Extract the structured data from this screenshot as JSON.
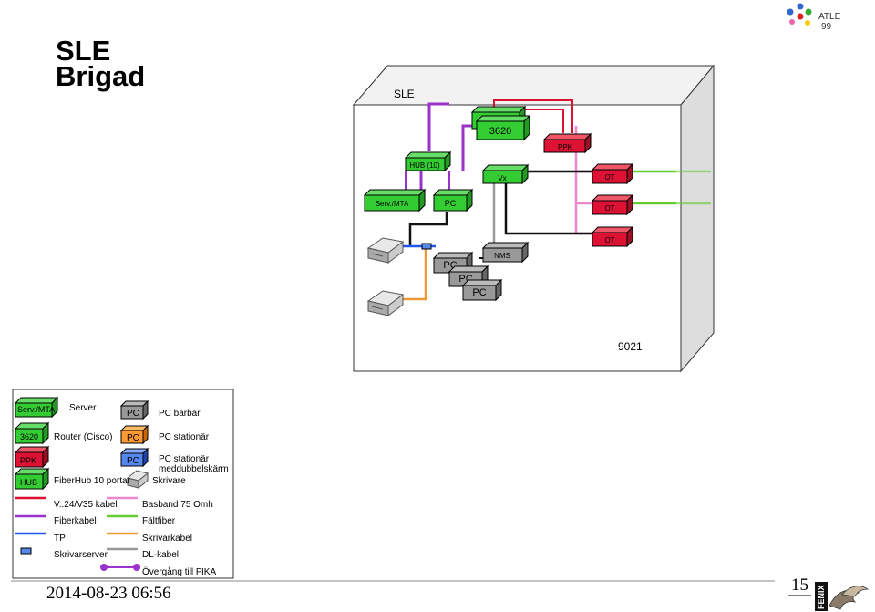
{
  "slide": {
    "title_line1": "SLE",
    "title_line2": "Brigad",
    "atle_label": "ATLE",
    "atle_year": "99",
    "date": "2014-08-23 06:56",
    "page_number": "15",
    "logo_text": "FENIX"
  },
  "diagram": {
    "room_label": "SLE",
    "room_number": "9021",
    "router_label": "3620",
    "ppk_label": "PPK",
    "hub_label": "HUB (10)",
    "vx_label": "Vx",
    "serv_label": "Serv./MTA",
    "pc_label": "PC",
    "ot_label": "OT",
    "nms_label": "NMS"
  },
  "legend": {
    "serv_box": "Serv./MTA",
    "server": "Server",
    "pc_box": "PC",
    "pc_barbar": "PC bärbar",
    "router_box": "3620",
    "router_cisco": "Router (Cisco)",
    "pc_stationar": "PC stationär",
    "ppk_box": "PPK",
    "pc_dual_1": "PC stationär",
    "pc_dual_2": "meddubbelskärm",
    "hub_box": "HUB",
    "fiberhub": "FiberHub 10 portar",
    "skrivare": "Skrivare",
    "v24": "V..24/V35 kabel",
    "basband": "Basband 75 Omh",
    "fiberkabel": "Fiberkabel",
    "faltfiber": "Fältfiber",
    "tp": "TP",
    "skrivarkabel": "Skrivarkabel",
    "skrivarserver": "Skrivarserver",
    "dlkabel": "DL-kabel",
    "overgang": "Övergång till FIKA"
  },
  "colors": {
    "green_device": "#33cc33",
    "red_device": "#dd1133",
    "gray_device": "#999999",
    "orange_device": "#ff9933",
    "blue_device": "#5588ee",
    "purple_line": "#9933cc",
    "pink_line": "#ee88cc",
    "lime_line": "#66cc33",
    "blue_line": "#2255ee",
    "orange_line": "#ee9933",
    "gray_line": "#999999"
  }
}
